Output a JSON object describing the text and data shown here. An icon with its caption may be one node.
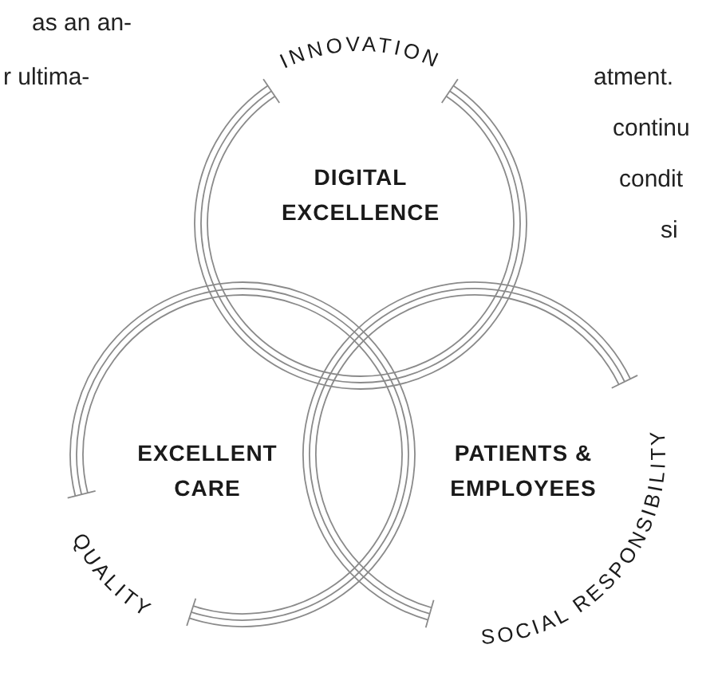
{
  "diagram": {
    "nodes": [
      {
        "text": [
          "INNOVATION",
          "DIGITAL EXCELLENCE"
        ]
      },
      {
        "text": [
          "EXCELLENT CARE",
          "QUALITY"
        ]
      },
      {
        "text": [
          "PATIENTS & EMPLOYEES",
          "SOCIAL RESPONSIBILITY"
        ]
      }
    ],
    "labels": [
      "as an an-",
      "r ultima-",
      "atment.",
      "continu",
      "condit",
      "si"
    ]
  }
}
